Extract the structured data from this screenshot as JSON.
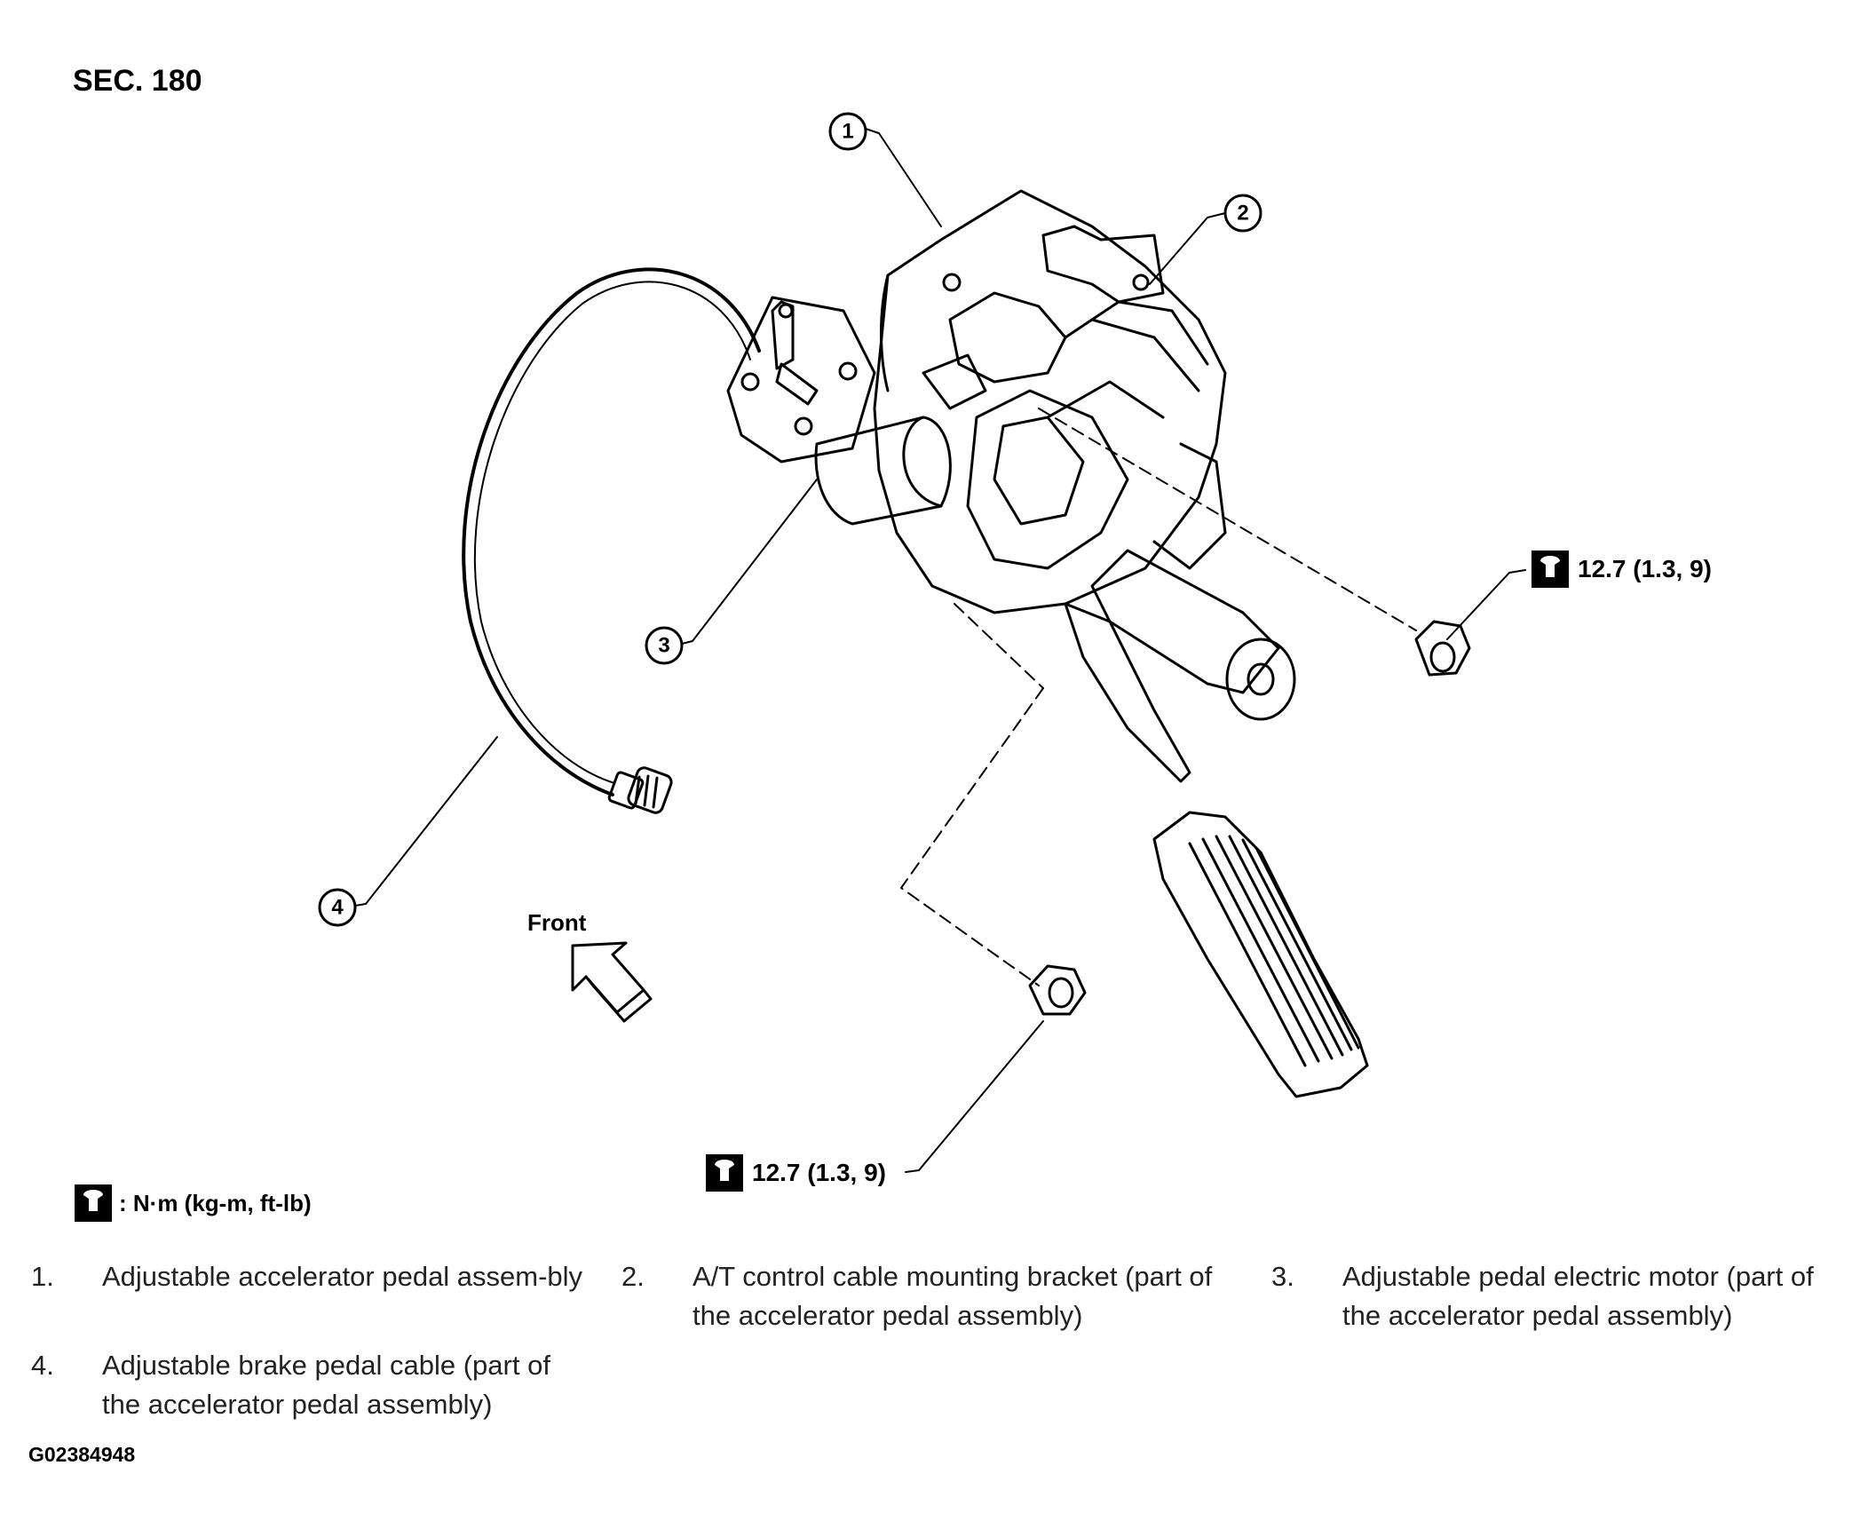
{
  "section_title": "SEC. 180",
  "callouts": [
    {
      "number": "1",
      "part": "Adjustable accelerator pedal assembly"
    },
    {
      "number": "2",
      "part": "A/T control cable mounting bracket"
    },
    {
      "number": "3",
      "part": "Adjustable pedal electric motor"
    },
    {
      "number": "4",
      "part": "Adjustable brake pedal cable"
    }
  ],
  "torque_specs": [
    {
      "value": "12.7 (1.3, 9)",
      "position": "upper-right nut"
    },
    {
      "value": "12.7 (1.3, 9)",
      "position": "lower nut"
    }
  ],
  "front_label": "Front",
  "legend_units": ": N·m (kg-m, ft-lb)",
  "parts_list": [
    {
      "num": "1.",
      "desc": "Adjustable accelerator pedal assem-bly"
    },
    {
      "num": "2.",
      "desc": "A/T control cable mounting bracket (part of the accelerator pedal assembly)"
    },
    {
      "num": "3.",
      "desc": "Adjustable pedal electric motor (part of the accelerator pedal assembly)"
    },
    {
      "num": "4.",
      "desc": "Adjustable brake pedal cable (part of the accelerator pedal assembly)"
    }
  ],
  "image_code": "G02384948"
}
